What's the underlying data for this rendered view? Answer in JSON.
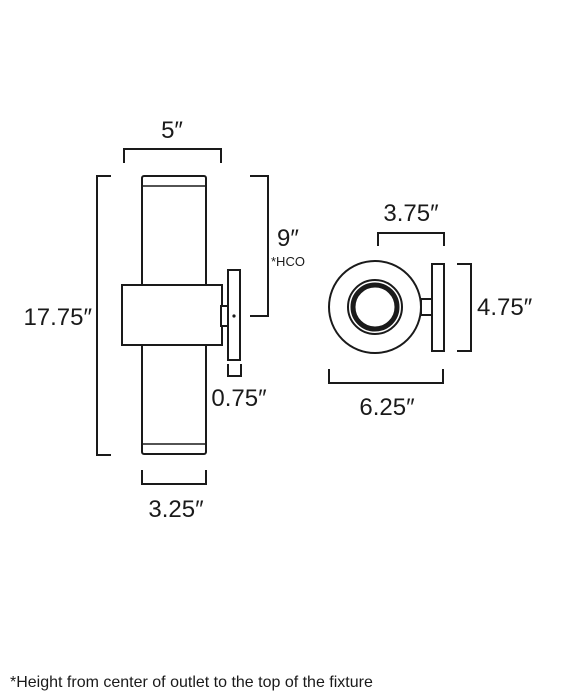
{
  "front_view": {
    "width_top": "5″",
    "height_total": "17.75″",
    "hco": "9″",
    "hco_note": "*HCO",
    "base_depth": "0.75″",
    "width_bottom": "3.25″"
  },
  "side_view": {
    "inner_diameter": "3.75″",
    "outer_diameter": "6.25″",
    "backplate_height": "4.75″"
  },
  "footnote": "*Height from center of outlet to the top of the fixture"
}
